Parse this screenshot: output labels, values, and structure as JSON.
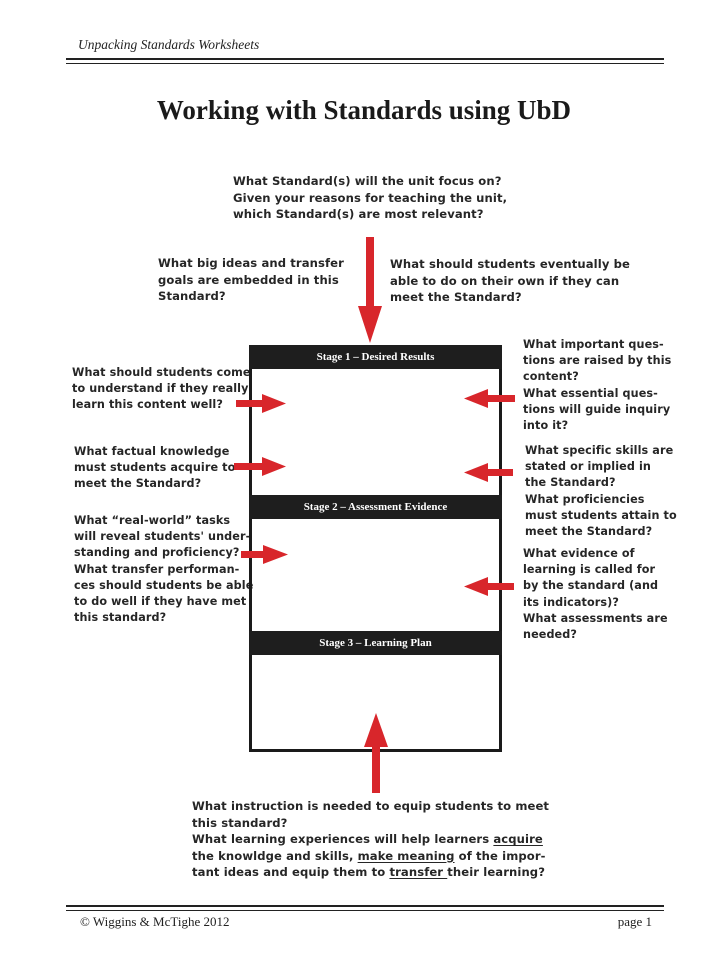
{
  "header": {
    "running_title": "Unpacking Standards Worksheets"
  },
  "title": "Working with Standards using UbD",
  "questions": {
    "top_center": [
      "What Standard(s) will the unit focus on?",
      "Given your reasons for teaching the unit,",
      "which Standard(s) are most relevant?"
    ],
    "top_left": [
      "What big ideas and transfer",
      "goals are embedded in this",
      "Standard?"
    ],
    "top_right": [
      "What should students eventually be",
      "able to do on their own if they can",
      "meet the Standard?"
    ],
    "left_1": [
      "What should students come",
      "to understand if they really",
      "learn this content well?"
    ],
    "left_2": [
      "What factual knowledge",
      "must students acquire to",
      "meet the Standard?"
    ],
    "left_3": [
      "What “real-world” tasks",
      "will reveal students' under-",
      "standing and proficiency?",
      "What transfer performan-",
      "ces should students be able",
      "to do well if they have met",
      "this standard?"
    ],
    "right_1": [
      "What important ques-",
      "tions are raised by this",
      "content?",
      "What essential ques-",
      "tions will guide inquiry",
      "into it?"
    ],
    "right_2": [
      "What specific skills are",
      "stated or implied in",
      "the Standard?",
      "What proficiencies",
      "must students attain to",
      "meet the Standard?"
    ],
    "right_3": [
      "What evidence of",
      "learning is called for",
      "by the standard (and",
      "its indicators)?",
      "What assessments are",
      "needed?"
    ],
    "bottom": {
      "line1": "What instruction is needed to equip students to meet",
      "line2": "this standard?",
      "line3a": "What learning experiences will help learners ",
      "line3b": "acquire",
      "line4a": "the knowldge and skills, ",
      "line4b": "make meaning",
      "line4c": " of the impor-",
      "line5a": "tant ideas and equip them to ",
      "line5b": "transfer ",
      "line5c": "their learning?"
    }
  },
  "stages": {
    "stage1": "Stage 1 – Desired Results",
    "stage2": "Stage 2 – Assessment Evidence",
    "stage3": "Stage 3 – Learning Plan"
  },
  "footer": {
    "copyright": "© Wiggins & McTighe 2012",
    "page": "page 1"
  },
  "colors": {
    "arrow": "#d8262b",
    "bar": "#1e1e1e"
  }
}
